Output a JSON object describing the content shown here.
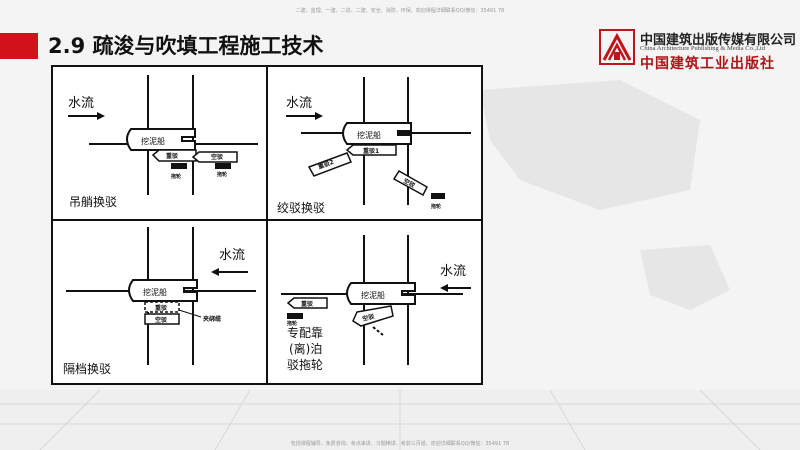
{
  "header": {
    "top_note": "二建、监理、一建、二造、二建、安全、消防、环保、欢迎课程详细联系QQ/微信：35491 78",
    "title": "2.9 疏浚与吹填工程施工技术",
    "bottom_note": "包括课程辅导、免费咨询、考点串讲、习题精讲、考前三页纸、欢迎详细联系QQ/微信：35491 78"
  },
  "logo": {
    "name_cn": "中国建筑出版传媒有限公司",
    "name_en": "China Architecture Publishing & Media Co.,Ltd",
    "calligraphy": "中国建筑工业出版社"
  },
  "panels": [
    {
      "caption": "吊艄换驳",
      "flow_label": "水流",
      "dredger_label": "挖泥船",
      "barge_labels": [
        "重驳",
        "空驳",
        "拖轮",
        "拖轮"
      ]
    },
    {
      "caption": "绞驳换驳",
      "flow_label": "水流",
      "dredger_label": "挖泥船",
      "barge_labels": [
        "重驳2",
        "重驳1",
        "空驳",
        "拖轮"
      ]
    },
    {
      "caption": "隔档换驳",
      "flow_label": "水流",
      "dredger_label": "挖泥船",
      "barge_labels": [
        "重驳",
        "空驳",
        "夹绑缆"
      ]
    },
    {
      "caption_lines": [
        "专配靠",
        "(离)泊",
        "驳拖轮"
      ],
      "flow_label": "水流",
      "dredger_label": "挖泥船",
      "barge_labels": [
        "重驳",
        "拖轮",
        "空驳"
      ]
    }
  ],
  "colors": {
    "accent_red": "#d0121b",
    "logo_red": "#b01218"
  }
}
